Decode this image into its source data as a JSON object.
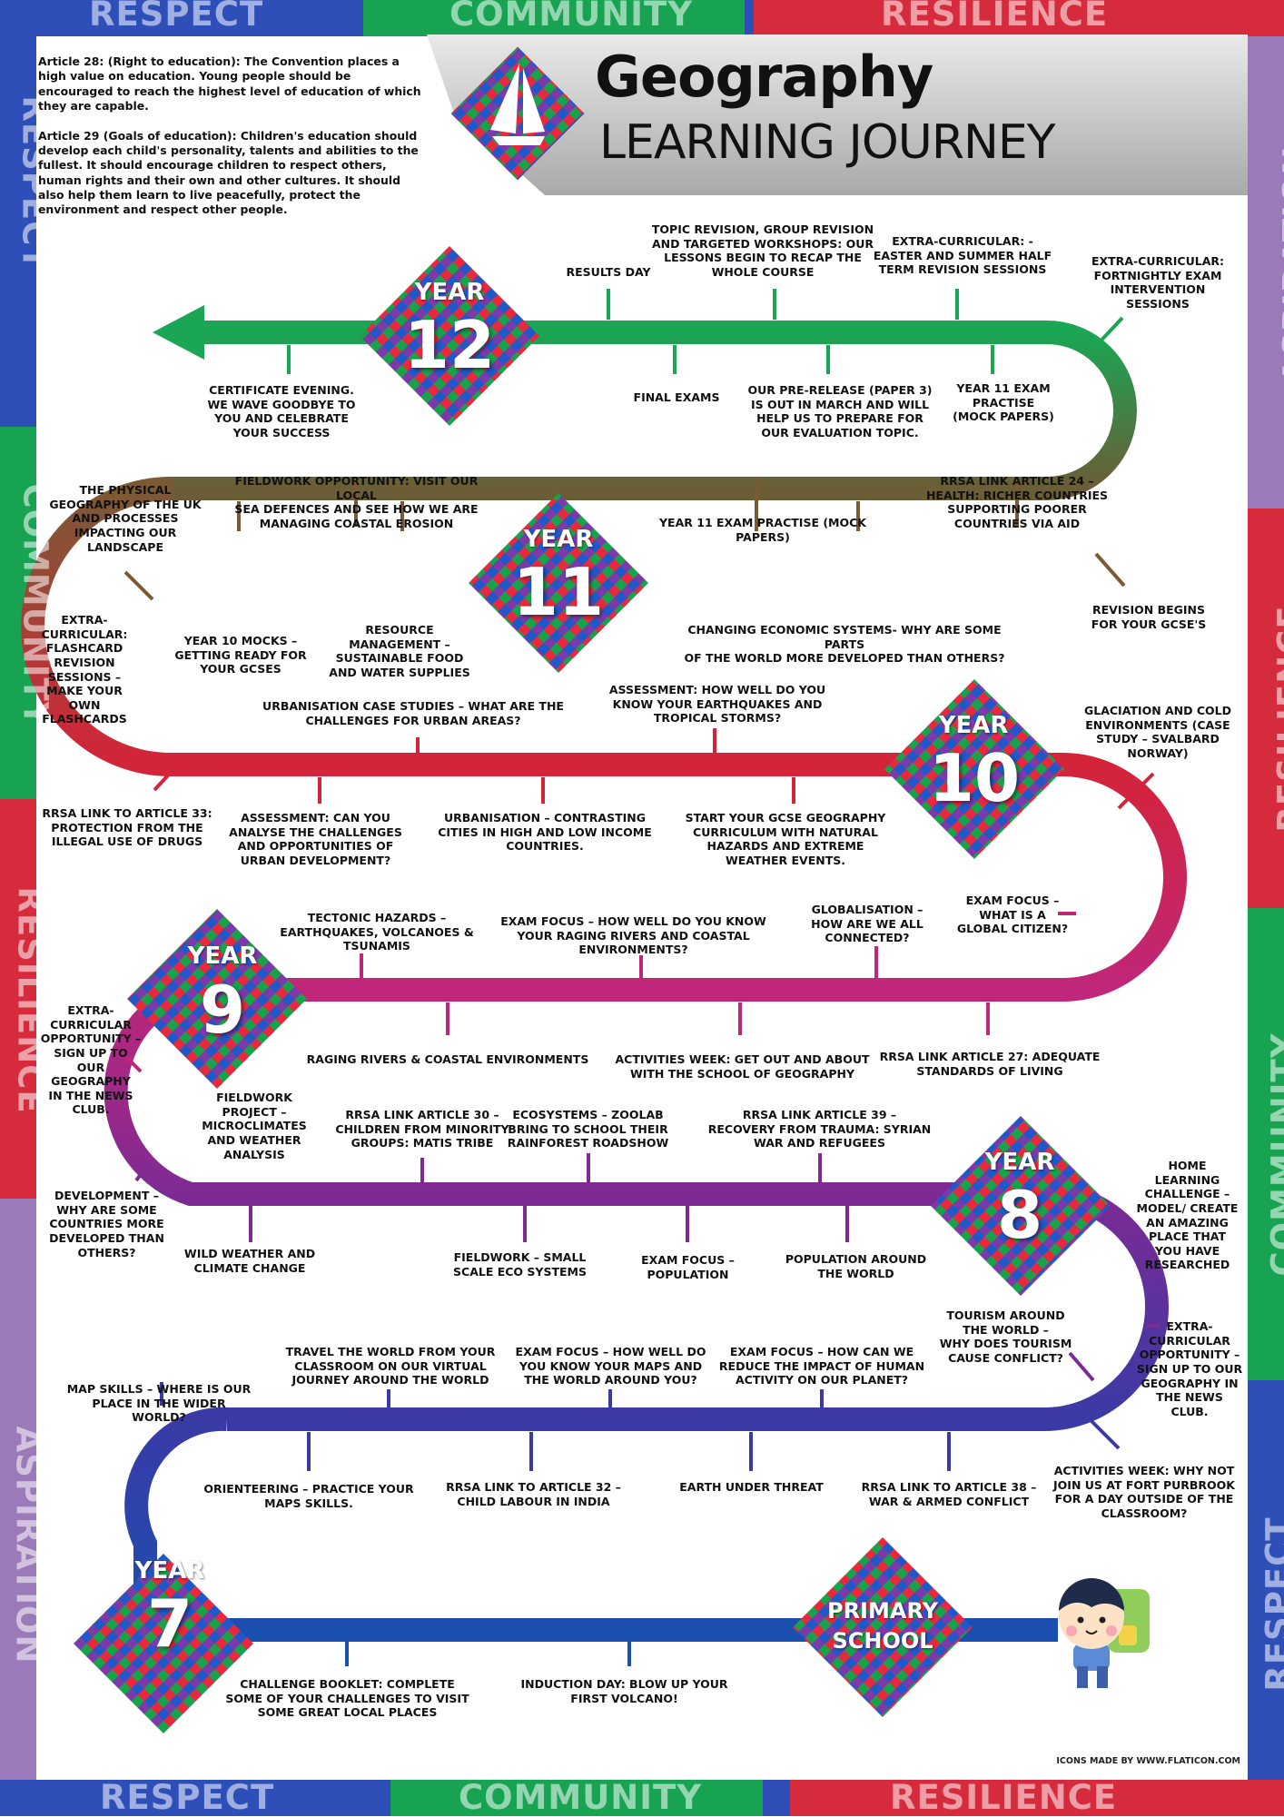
{
  "header": {
    "title": "Geography",
    "subtitle": "LEARNING JOURNEY",
    "article_28": "Article 28: (Right to education): The Convention places a high value on education. Young people should be encouraged to reach the highest level of education of which they are capable.",
    "article_29": "Article 29 (Goals of education): Children's education should develop each child's personality, talents and abilities to the fullest. It should encourage children to respect others, human rights and their own and other cultures. It should also help them learn to live peacefully, protect the environment and respect other people."
  },
  "border_words": {
    "respect": "RESPECT",
    "community": "COMMUNITY",
    "resilience": "RESILIENCE",
    "aspiration": "ASPIRATION"
  },
  "years": {
    "year_word": "YEAR",
    "y12": "12",
    "y11": "11",
    "y10": "10",
    "y9": "9",
    "y8": "8",
    "y7": "7",
    "primary_1": "PRIMARY",
    "primary_2": "SCHOOL"
  },
  "track_colors": {
    "y12": "#1aa654",
    "y11": "#7a5a35",
    "y10": "#d4243a",
    "y9": "#c0267a",
    "y8": "#7d2a94",
    "y7": "#3a3aa6",
    "primary": "#1b4fb0"
  },
  "labels": {
    "y12_results": "RESULTS DAY",
    "y12_topic_revision": "TOPIC REVISION, GROUP REVISION\nAND TARGETED WORKSHOPS: OUR\nLESSONS BEGIN TO RECAP THE\nWHOLE COURSE",
    "y12_easter": "EXTRA-CURRICULAR: -\nEASTER AND SUMMER HALF\nTERM REVISION SESSIONS",
    "y12_fortnightly": "EXTRA-CURRICULAR:\nFORTNIGHTLY EXAM\nINTERVENTION\nSESSIONS",
    "y12_certificate": "CERTIFICATE EVENING.\nWE WAVE GOODBYE TO\nYOU AND CELEBRATE\nYOUR SUCCESS",
    "y12_final": "FINAL EXAMS",
    "y12_prerelease": "OUR PRE-RELEASE (PAPER 3)\nIS OUT IN MARCH AND WILL\nHELP US TO PREPARE FOR\nOUR EVALUATION TOPIC.",
    "y12_mock": "YEAR 11 EXAM\nPRACTISE\n(MOCK PAPERS)",
    "y11_physical": "THE PHYSICAL\nGEOGRAPHY OF THE UK\nAND PROCESSES\nIMPACTING OUR\nLANDSCAPE",
    "y11_fieldwork": "FIELDWORK OPPORTUNITY: VISIT OUR LOCAL\nSEA DEFENCES AND SEE HOW WE ARE\nMANAGING COASTAL EROSION",
    "y11_mock": "YEAR 11 EXAM PRACTISE (MOCK PAPERS)",
    "y11_article24": "RRSA LINK ARTICLE 24 –\nHEALTH: RICHER COUNTRIES\nSUPPORTING POORER\nCOUNTRIES VIA AID",
    "y11_flashcard": "EXTRA-\nCURRICULAR:\nFLASHCARD\nREVISION\nSESSIONS –\nMAKE YOUR\nOWN\nFLASHCARDS",
    "y11_y10mocks": "YEAR 10 MOCKS –\nGETTING READY FOR\nYOUR GCSES",
    "y11_resource": "RESOURCE\nMANAGEMENT –\nSUSTAINABLE FOOD\nAND WATER SUPPLIES",
    "y11_economic": "CHANGING ECONOMIC SYSTEMS- WHY ARE SOME PARTS\nOF THE WORLD MORE DEVELOPED THAN OTHERS?",
    "y11_revision": "REVISION BEGINS\nFOR YOUR GCSE'S",
    "y10_urban_case": "URBANISATION CASE STUDIES – WHAT ARE THE\nCHALLENGES FOR URBAN AREAS?",
    "y10_assess_quakes": "ASSESSMENT: HOW WELL DO YOU\nKNOW YOUR EARTHQUAKES AND\nTROPICAL STORMS?",
    "y10_glaciation": "GLACIATION AND COLD\nENVIRONMENTS (CASE\nSTUDY – SVALBARD\nNORWAY)",
    "y10_article33": "RRSA LINK TO ARTICLE 33:\nPROTECTION FROM THE\nILLEGAL USE OF DRUGS",
    "y10_assess_urban": "ASSESSMENT: CAN YOU\nANALYSE THE CHALLENGES\nAND OPPORTUNITIES OF\nURBAN DEVELOPMENT?",
    "y10_urbanisation": "URBANISATION – CONTRASTING\nCITIES IN HIGH AND LOW INCOME\nCOUNTRIES.",
    "y10_start_gcse": "START YOUR GCSE GEOGRAPHY\nCURRICULUM WITH NATURAL\nHAZARDS AND EXTREME\nWEATHER EVENTS.",
    "y9_tectonic": "TECTONIC HAZARDS –\nEARTHQUAKES, VOLCANOES &\nTSUNAMIS",
    "y9_exam_rivers": "EXAM FOCUS – HOW WELL DO YOU KNOW\nYOUR RAGING RIVERS AND COASTAL\nENVIRONMENTS?",
    "y9_globalisation": "GLOBALISATION –\nHOW ARE WE ALL\nCONNECTED?",
    "y9_global_citizen": "EXAM FOCUS –\nWHAT IS A\nGLOBAL CITIZEN?",
    "y9_news": "EXTRA-\nCURRICULAR\nOPPORTUNITY –\nSIGN UP TO\nOUR\nGEOGRAPHY\nIN THE NEWS\nCLUB.",
    "y9_rivers": "RAGING RIVERS & COASTAL ENVIRONMENTS",
    "y9_activities": "ACTIVITIES WEEK: GET OUT AND ABOUT\nWITH THE SCHOOL OF GEOGRAPHY",
    "y9_article27": "RRSA LINK ARTICLE 27: ADEQUATE\nSTANDARDS OF LIVING",
    "y8_fieldwork": "FIELDWORK\nPROJECT –\nMICROCLIMATES\nAND WEATHER\nANALYSIS",
    "y8_article30": "RRSA LINK ARTICLE 30 –\nCHILDREN FROM MINORITY\nGROUPS: MATIS TRIBE",
    "y8_ecosystems": "ECOSYSTEMS – ZOOLAB\nBRING TO SCHOOL THEIR\nRAINFOREST ROADSHOW",
    "y8_article39": "RRSA LINK ARTICLE 39 –\nRECOVERY FROM TRAUMA: SYRIAN\nWAR AND REFUGEES",
    "y8_home": "HOME\nLEARNING\nCHALLENGE –\nMODEL/ CREATE\nAN AMAZING\nPLACE THAT\nYOU HAVE\nRESEARCHED",
    "y8_development": "DEVELOPMENT –\nWHY ARE SOME\nCOUNTRIES MORE\nDEVELOPED THAN\nOTHERS?",
    "y8_weather": "WILD WEATHER AND\nCLIMATE CHANGE",
    "y8_eco_systems": "FIELDWORK – SMALL\nSCALE ECO SYSTEMS",
    "y8_population_focus": "EXAM FOCUS –\nPOPULATION",
    "y8_population": "POPULATION AROUND\nTHE WORLD",
    "y7_tourism": "TOURISM AROUND\nTHE WORLD –\nWHY DOES TOURISM\nCAUSE CONFLICT?",
    "y7_news": "EXTRA-\nCURRICULAR\nOPPORTUNITY –\nSIGN UP TO OUR\nGEOGRAPHY IN\nTHE NEWS\nCLUB.",
    "y7_map_skills": "MAP SKILLS – WHERE IS OUR\nPLACE IN THE WIDER WORLD?",
    "y7_travel": "TRAVEL THE WORLD FROM YOUR\nCLASSROOM ON OUR VIRTUAL\nJOURNEY AROUND THE WORLD",
    "y7_exam_maps": "EXAM FOCUS – HOW WELL DO\nYOU KNOW YOUR MAPS AND\nTHE WORLD AROUND YOU?",
    "y7_exam_planet": "EXAM FOCUS – HOW CAN WE\nREDUCE THE IMPACT OF HUMAN\nACTIVITY ON OUR PLANET?",
    "y7_orienteering": "ORIENTEERING – PRACTICE YOUR\nMAPS SKILLS.",
    "y7_article32": "RRSA LINK TO ARTICLE 32 –\nCHILD LABOUR IN INDIA",
    "y7_earth": "EARTH UNDER THREAT",
    "y7_article38": "RRSA LINK TO ARTICLE 38 –\nWAR & ARMED CONFLICT",
    "y7_activities": "ACTIVITIES WEEK: WHY NOT\nJOIN US AT FORT PURBROOK\nFOR A DAY OUTSIDE OF THE\nCLASSROOM?",
    "p_challenge": "CHALLENGE BOOKLET: COMPLETE\nSOME OF YOUR CHALLENGES TO VISIT\nSOME GREAT LOCAL PLACES",
    "p_induction": "INDUCTION DAY: BLOW UP YOUR\nFIRST VOLCANO!"
  },
  "footer": {
    "credit": "ICONS MADE BY WWW.FLATICON.COM"
  },
  "icons": {
    "logo": "sailboat-logo-icon",
    "mascot": "student-with-backpack-icon"
  }
}
